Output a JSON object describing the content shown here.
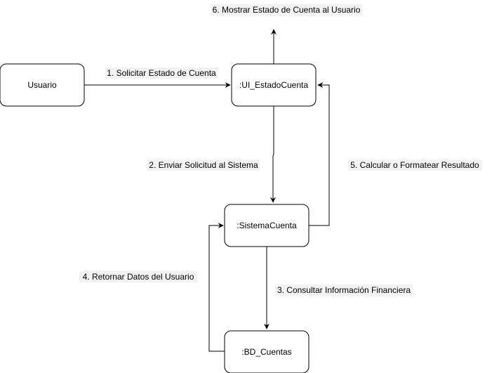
{
  "nodes": {
    "usuario": "Usuario",
    "ui": ":UI_EstadoCuenta",
    "sistema": ":SistemaCuenta",
    "bd": ":BD_Cuentas"
  },
  "messages": {
    "m1": "1. Solicitar Estado de Cuenta",
    "m2": "2. Enviar Solicitud al Sistema",
    "m3": "3. Consultar Información Financiera",
    "m4": "4. Retornar Datos del Usuario",
    "m5": "5. Calcular o Formatear Resultado",
    "m6": "6. Mostrar Estado de Cuenta al Usuario"
  },
  "colors": {
    "stroke": "#000000",
    "label_background": "#f2f2f2",
    "node_fill": "#ffffff"
  }
}
